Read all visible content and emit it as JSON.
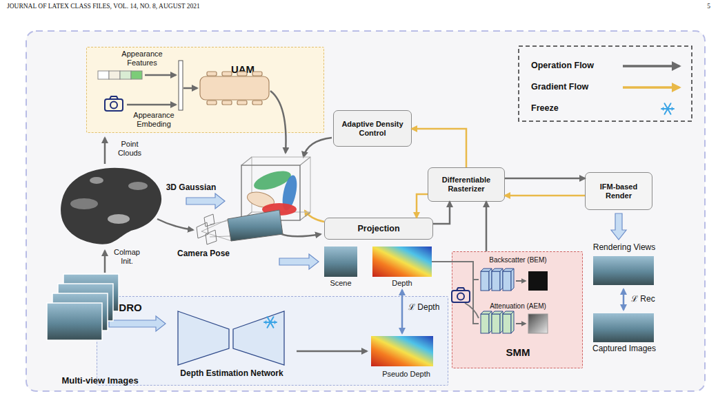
{
  "diagram": {
    "nodes": [
      {
        "text": [
          "UAM",
          "Appearance Features",
          "Appearance Embeding"
        ]
      },
      {
        "text": [
          "Adaptive Density Control"
        ]
      },
      {
        "text": [
          "Differentiable Rasterizer"
        ]
      },
      {
        "text": [
          "IFM-based Render"
        ]
      },
      {
        "text": [
          "Projection"
        ]
      },
      {
        "text": [
          "Backscatter (BEM)",
          "Attenuation (AEM)",
          "SMM"
        ]
      },
      {
        "text": [
          "DRO",
          "Depth Estimation Network",
          "Pseudo Depth"
        ]
      }
    ],
    "edges": [
      {
        "from": 2,
        "to": 1,
        "arrow": "to"
      },
      {
        "from": 4,
        "to": 2,
        "arrow": "to"
      },
      {
        "from": 2,
        "to": 4,
        "arrow": "to"
      },
      {
        "from": 2,
        "to": 3,
        "arrow": "to"
      },
      {
        "from": 3,
        "to": 2,
        "arrow": "to"
      },
      {
        "from": 5,
        "to": 2,
        "arrow": "to"
      }
    ],
    "labels": [
      "JOURNAL OF LATEX CLASS FILES, VOL. 14, NO. 8, AUGUST 2021",
      "5",
      "Point Clouds",
      "3D Gaussian",
      "Colmap Init.",
      "Camera Pose",
      "Multi-view Images",
      "Scene",
      "Depth",
      "ℒ Depth",
      "Rendering Views",
      "ℒ Rec",
      "Captured Images"
    ],
    "legend": [
      {
        "text": "Operation Flow"
      },
      {
        "text": "Gradient Flow"
      },
      {
        "text": "Freeze"
      }
    ]
  }
}
